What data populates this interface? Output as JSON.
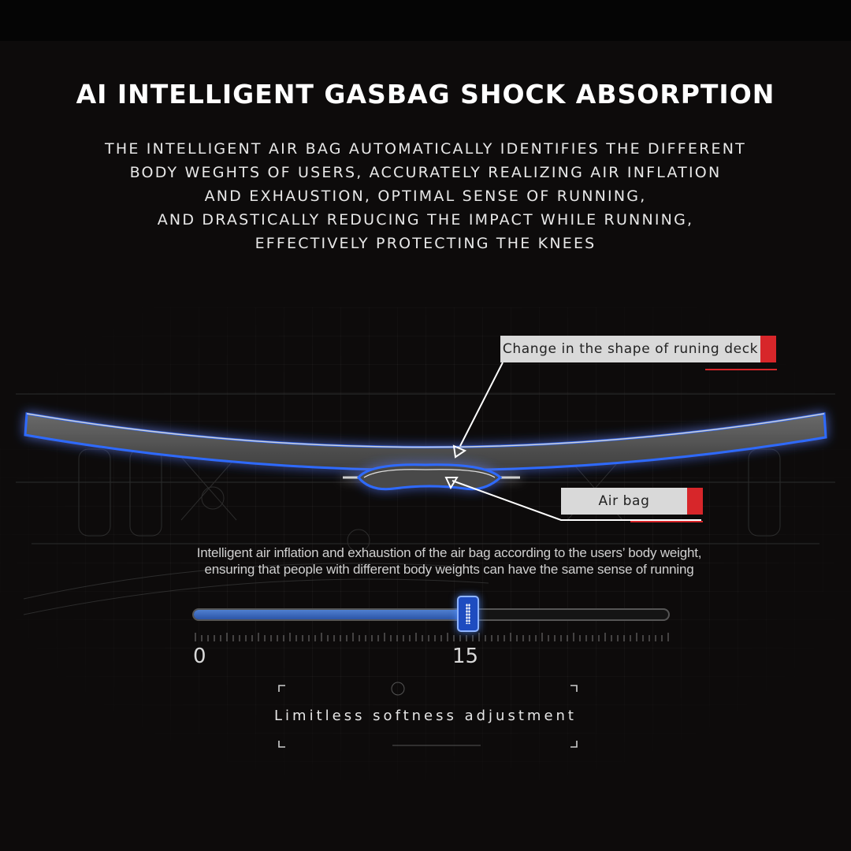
{
  "header": {
    "title": "AI INTELLIGENT GASBAG SHOCK ABSORPTION",
    "description_lines": [
      "THE INTELLIGENT AIR BAG AUTOMATICALLY IDENTIFIES THE DIFFERENT",
      "BODY WEGHTS OF USERS, ACCURATELY REALIZING AIR INFLATION",
      "AND EXHAUSTION, OPTIMAL SENSE OF RUNNING,",
      "AND DRASTICALLY REDUCING THE IMPACT WHILE RUNNING,",
      "EFFECTIVELY PROTECTING THE KNEES"
    ]
  },
  "diagram": {
    "callout_deck": "Change in the shape of runing deck",
    "callout_airbag": "Air bag"
  },
  "caption": {
    "line1": "Intelligent air inflation and exhaustion of the air bag according to the users’  body weight,",
    "line2": "ensuring that people with different body weights can have the same sense of running"
  },
  "softness_slider": {
    "min_label": "0",
    "value_label": "15",
    "value_fraction": 0.57,
    "mode_label": "Limitless softness adjustment"
  },
  "colors": {
    "background": "#0d0b0b",
    "accent_blue": "#2f6bff",
    "callout_red": "#d7262a",
    "deck_gray": "#555555"
  }
}
